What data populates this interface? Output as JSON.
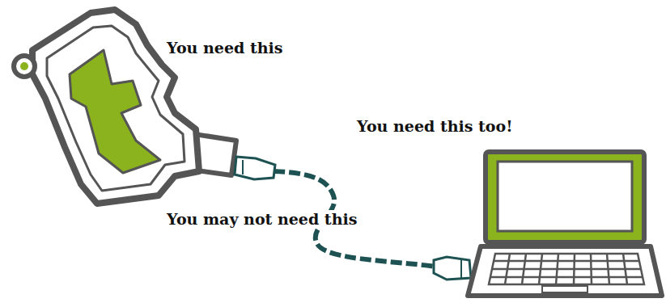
{
  "diagram": {
    "labels": [
      "You need this",
      "You need this too!",
      "You may not need this"
    ]
  }
}
